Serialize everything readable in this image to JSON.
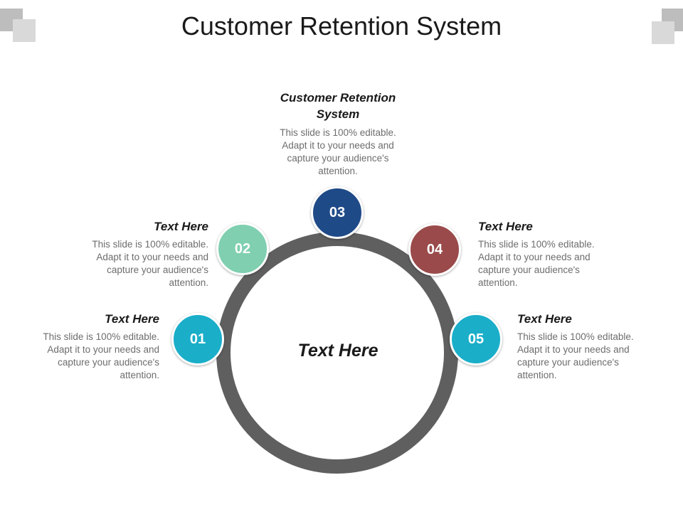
{
  "title": "Customer Retention System",
  "center_label": "Text Here",
  "steps": [
    {
      "number": "01",
      "heading": "Text Here",
      "body": "This slide is 100% editable. Adapt it to your needs and capture your audience's attention.",
      "color": "#1aaec9"
    },
    {
      "number": "02",
      "heading": "Text Here",
      "body": "This slide is 100% editable. Adapt it to your needs and capture your audience's attention.",
      "color": "#7fcfb0"
    },
    {
      "number": "03",
      "heading": "Customer Retention System",
      "body": "This slide is 100% editable. Adapt it to your needs and capture your audience's attention.",
      "color": "#1f4a88"
    },
    {
      "number": "04",
      "heading": "Text Here",
      "body": "This slide is 100% editable. Adapt it to your needs and capture your audience's attention.",
      "color": "#9a4a4a"
    },
    {
      "number": "05",
      "heading": "Text Here",
      "body": "This slide is 100% editable. Adapt it to your needs and capture your audience's attention.",
      "color": "#1aaec9"
    }
  ],
  "colors": {
    "ring": "#5f5f5f",
    "corner_light": "#d9d9d9",
    "corner_dark": "#bdbdbd"
  }
}
